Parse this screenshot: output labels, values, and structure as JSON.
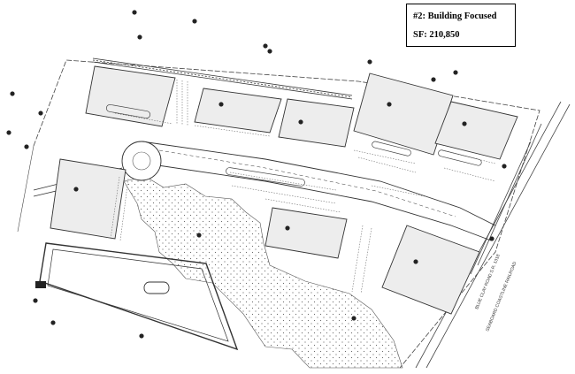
{
  "title_box": {
    "scheme": "#2: Building Focused",
    "area": "SF:  210,850"
  },
  "road_labels": {
    "highway": "BLUE CLAY ROAD S.R. 1318",
    "railroad": "SEABOARD COASTLINE RAILROAD"
  },
  "colors": {
    "linework": "#333333",
    "building_fill": "#ededed",
    "hatch": "#6a6a6a",
    "background": "#ffffff"
  }
}
